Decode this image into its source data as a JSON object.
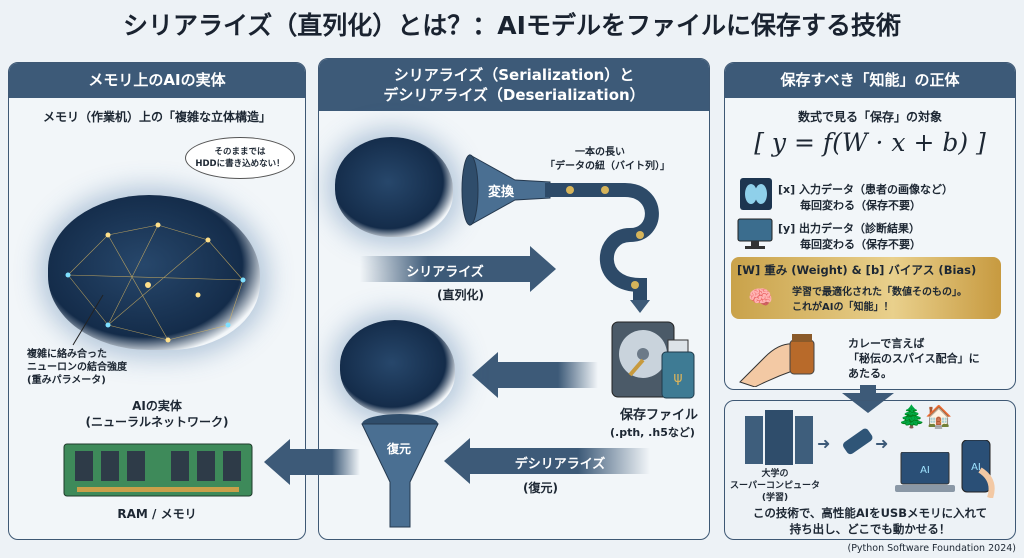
{
  "title": "シリアライズ（直列化）とは？：AIモデルをファイルに保存する技術",
  "left": {
    "header": "メモリ上のAIの実体",
    "subtitle": "メモリ（作業机）上の「複雑な立体構造」",
    "bubble": [
      "そのままでは",
      "HDDに書き込めない！"
    ],
    "annotation": [
      "複雑に絡み合った",
      "ニューロンの結合強度",
      "(重みパラメータ)"
    ],
    "entity": [
      "AIの実体",
      "(ニューラルネットワーク)"
    ],
    "ram_label": "RAM / メモリ"
  },
  "middle": {
    "header": [
      "シリアライズ（Serialization）と",
      "デシリアライズ（Deserialization）"
    ],
    "convert": "変換",
    "string_label": [
      "一本の長い",
      "「データの紐（バイト列）」"
    ],
    "serialize": "シリアライズ",
    "serialize_sub": "(直列化)",
    "file_label": "保存ファイル",
    "file_sub": "(.pth, .h5など)",
    "restore": "復元",
    "deserialize": "デシリアライズ",
    "deserialize_sub": "(復元)"
  },
  "right": {
    "header": "保存すべき「知能」の正体",
    "subtitle": "数式で見る「保存」の対象",
    "formula": "[ y = f(W · x + b) ]",
    "x_row": [
      "[x] 入力データ（患者の画像など）",
      "毎回変わる（保存不要）"
    ],
    "y_row": [
      "[y] 出力データ（診断結果）",
      "毎回変わる（保存不要）"
    ],
    "wb_title": "[W] 重み (Weight) & [b] バイアス (Bias)",
    "wb_text": [
      "学習で最適化された「数値そのもの」。",
      "これがAIの「知能」！"
    ],
    "curry": [
      "カレーで言えば",
      "「秘伝のスパイス配合」に",
      "あたる。"
    ],
    "server_label": [
      "大学の",
      "スーパーコンピュータ",
      "(学習)"
    ],
    "usb_ai": "AI",
    "conclusion": [
      "この技術で、高性能AIをUSBメモリに入れて",
      "持ち出し、どこでも動かせる！"
    ]
  },
  "credit": "(Python Software Foundation 2024)",
  "colors": {
    "header": "#3d5a78",
    "gold": "#d8b45e",
    "bg": "#edf2f6"
  }
}
